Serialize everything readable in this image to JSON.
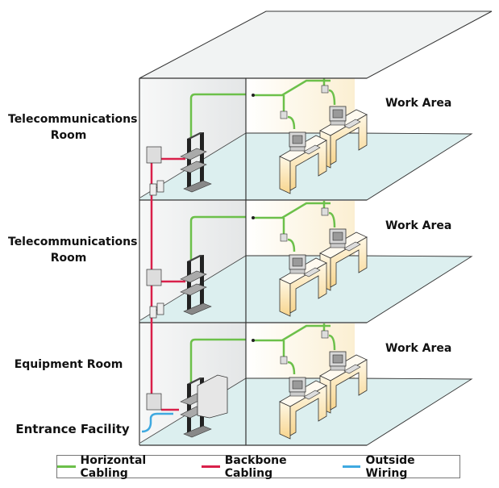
{
  "labels": {
    "floor3_room": "Telecommunications Room",
    "floor2_room": "Telecommunications Room",
    "floor1_room": "Equipment Room",
    "entrance": "Entrance Facility",
    "work_area_3": "Work Area",
    "work_area_2": "Work Area",
    "work_area_1": "Work Area"
  },
  "legend": [
    {
      "label": "Horizontal Cabling",
      "color": "#6cc04a"
    },
    {
      "label": "Backbone Cabling",
      "color": "#d9204a"
    },
    {
      "label": "Outside Wiring",
      "color": "#3fa9e0"
    }
  ]
}
